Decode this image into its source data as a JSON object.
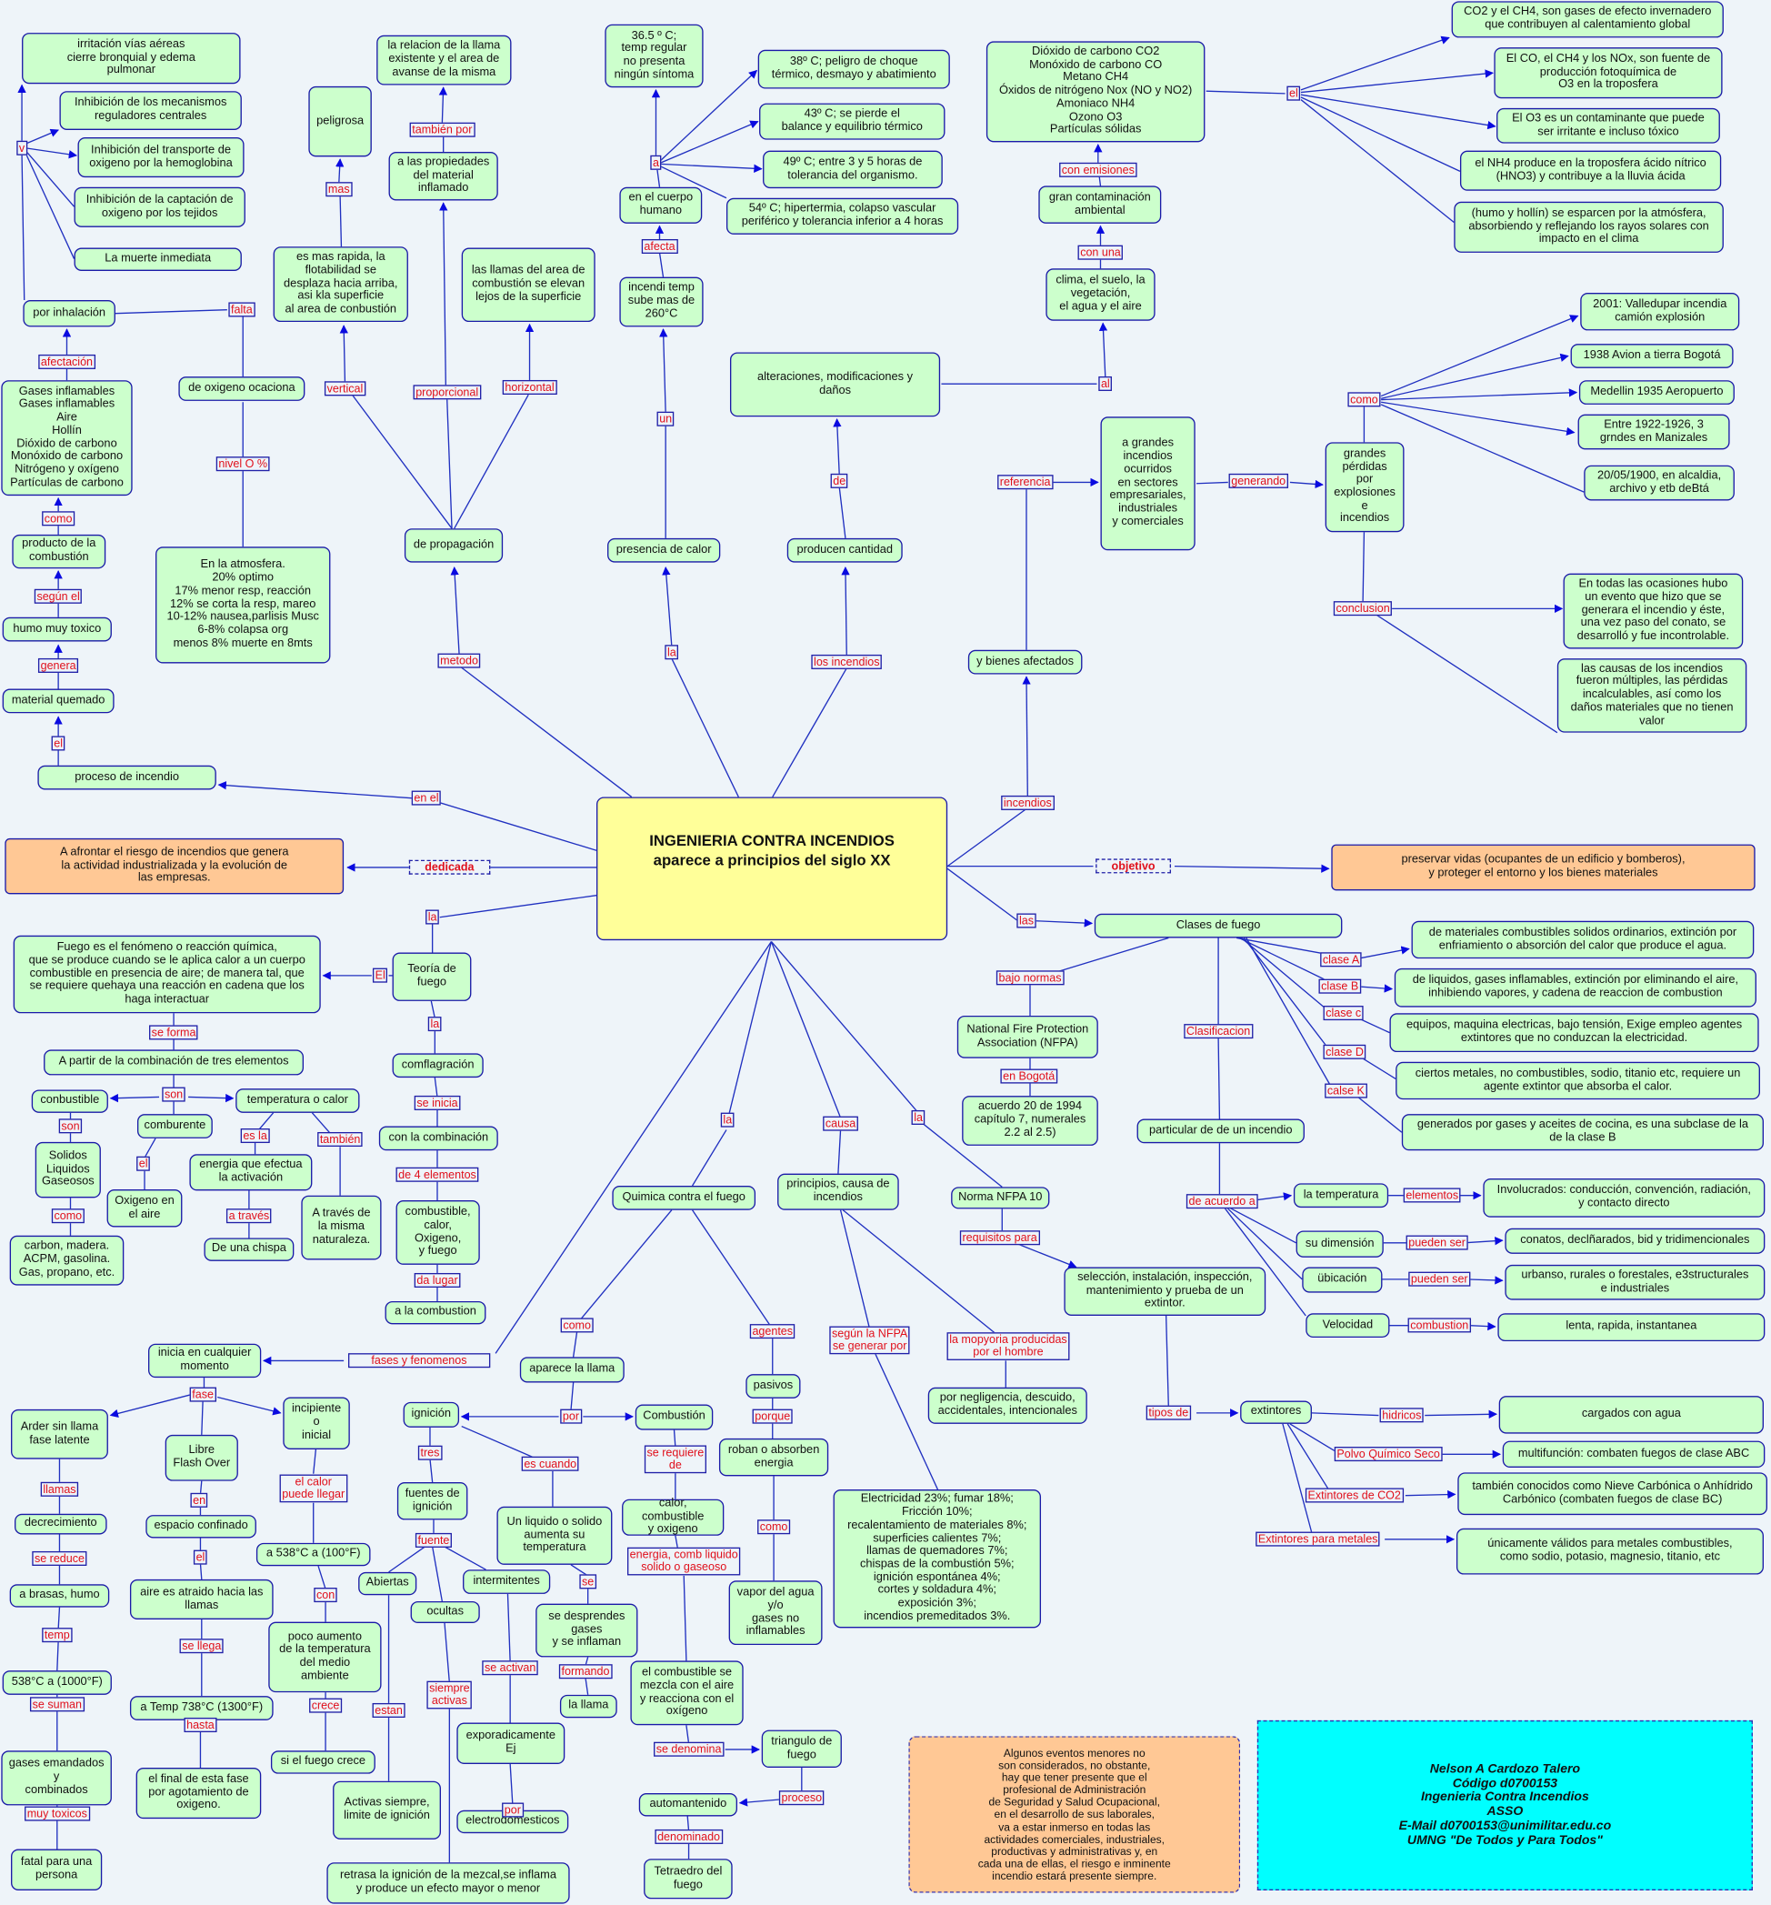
{
  "colors": {
    "node": "#ccffcc",
    "central": "#ffff99",
    "orange": "#ffc895",
    "cyan": "#00ffff",
    "link_text": "#e0101c",
    "line": "#2030c0"
  },
  "central": "INGENIERIA CONTRA INCENDIOS\naparece a principios del siglo XX",
  "nodes": {
    "n1": "irritación vías aéreas\ncierre bronquial y edema\npulmonar",
    "n2": "Inhibición de los mecanismos\nreguladores centrales",
    "n3": "Inhibición del transporte de\noxigeno por la hemoglobina",
    "n4": "Inhibición de la captación de\noxigeno por los tejidos",
    "n5": "La muerte inmediata",
    "n6": "por inhalación",
    "n7": "Gases inflamables\nGases inflamables\nAire\nHollín\nDióxido de carbono\nMonóxido de carbono\nNitrógeno y oxígeno\nPartículas de carbono",
    "n8": "producto de la\ncombustión",
    "n9": "humo muy toxico",
    "n10": "material quemado",
    "n11": "proceso de incendio",
    "n12": "de oxigeno ocaciona",
    "n13": "En la atmosfera.\n20% optimo\n17% menor resp, reacción\n12% se corta la resp, mareo\n10-12% nausea,parlisis Musc\n6-8% colapsa org\nmenos 8% muerte en 8mts",
    "n14": "peligrosa",
    "n15": "la relacion de la llama\nexistente y el area de\navanse de la misma",
    "n16": "a las propiedades\ndel material\ninflamado",
    "n17": "es mas rapida, la\nflotabilidad se\ndesplaza hacia arriba,\nasi kla superficie\nal area de conbustión",
    "n18": "las llamas del area de\ncombustión se elevan\nlejos de la superficie",
    "n19": "de propagación",
    "n20": "36.5 º C;\ntemp regular\nno presenta\nningún síntoma",
    "n21": "38º C; peligro de choque\ntérmico, desmayo y abatimiento",
    "n22": "43º C; se pierde el\nbalance y equilibrio térmico",
    "n23": "49º C; entre 3 y 5 horas de\ntolerancia del organismo.",
    "n24": "54º C; hipertermia, colapso vascular\nperiférico y tolerancia inferior a 4 horas",
    "n25": "en el cuerpo\nhumano",
    "n26": "incendi temp\nsube mas de\n260°C",
    "n27": "presencia de calor",
    "n28": "alteraciones, modificaciones y\ndaños",
    "n29": "producen cantidad",
    "n30": "clima, el suelo, la\nvegetación,\nel agua y el aire",
    "n31": "gran contaminación\nambiental",
    "n32": "Dióxido de carbono CO2\nMonóxido de carbono CO\nMetano CH4\nÓxidos de nitrógeno Nox (NO y NO2)\nAmoniaco NH4\nOzono O3\nPartículas sólidas",
    "n33": "CO2 y el CH4, son gases de efecto invernadero\nque contribuyen al calentamiento global",
    "n34": "El CO, el CH4 y los NOx, son fuente de\nproducción fotoquímica de\nO3 en la troposfera",
    "n35": "El O3 es un contaminante que puede\nser irritante e incluso tóxico",
    "n36": "el NH4 produce en la troposfera ácido nítrico\n(HNO3) y contribuye a la lluvia ácida",
    "n37": "(humo y hollín) se esparcen por la atmósfera,\nabsorbiendo y reflejando los rayos solares con\nimpacto en el clima",
    "n38": "a grandes\nincendios\nocurridos\nen sectores\nempresariales,\nindustriales\ny comerciales",
    "n39": "grandes\npérdidas\npor\nexplosiones\ne\nincendios",
    "n40": "2001: Valledupar incendia\ncamión explosión",
    "n41": "1938 Avion a tierra Bogotá",
    "n42": "Medellin 1935 Aeropuerto",
    "n43": "Entre 1922-1926, 3\ngrndes en Manizales",
    "n44": "20/05/1900, en alcaldia,\narchivo y etb deBtá",
    "n45": "En todas las ocasiones hubo\nun evento que hizo que se\ngenerara el incendio y éste,\nuna vez paso del conato, se\ndesarrolló y fue incontrolable.",
    "n46": "las causas de los incendios\nfueron múltiples, las pérdidas\nincalculables, así como los\ndaños materiales que no tienen\nvalor",
    "n47": "y bienes afectados",
    "n48": "A afrontar el riesgo de incendios que genera\nla actividad industrializada y la evolución de\nlas empresas.",
    "n49": "preservar vidas (ocupantes de un edificio y bomberos),\ny proteger el entorno y los bienes materiales",
    "n50": "Clases de fuego",
    "n51": "National Fire Protection\nAssociation (NFPA)",
    "n52": "acuerdo 20 de 1994\ncapítulo 7, numerales\n2.2 al 2.5)",
    "n53": "particular de de un incendio",
    "n54": "de materiales combustibles solidos ordinarios, extinción por\nenfriamiento o absorción del calor que produce el agua.",
    "n55": "de liquidos, gases inflamables, extinción por eliminando el aire,\ninhibiendo vapores, y cadena de reaccion de combustion",
    "n56": "equipos, maquina electricas, bajo tensión, Exige empleo agentes\nextintores que no conduzcan la electricidad.",
    "n57": "ciertos metales, no combustibles, sodio, titanio etc, requiere un\nagente extintor que absorba el calor.",
    "n58": "generados por gases y aceites de cocina, es una subclase de la\nde la clase B",
    "n59": "la temperatura",
    "n60": "Involucrados: conducción, convención, radiación,\ny contacto directo",
    "n61": "su dimensión",
    "n62": "conatos, declñarados, bid y tridimencionales",
    "n63": "übicación",
    "n64": "urbanso, rurales o forestales, e3structurales\ne industriales",
    "n65": "Velocidad",
    "n66": "lenta, rapida, instantanea",
    "n67": "Teoría de\nfuego",
    "n68": "Fuego es el fenómeno o reacción química,\nque se produce cuando se le aplica calor a un cuerpo\ncombustible en presencia de aire; de manera tal, que\nse requiere quehaya una reacción en cadena que  los\nhaga interactuar",
    "n69": "A partir de la combinación de tres elementos",
    "n70": "conbustible",
    "n71": "temperatura o calor",
    "n72": "comburente",
    "n73": "Solidos\nLiquidos\nGaseosos",
    "n74": "Oxigeno en\nel aire",
    "n75": "energia que efectua\nla activación",
    "n76": "carbon, madera.\nACPM, gasolina.\nGas, propano, etc.",
    "n77": "De una chispa",
    "n78": "A través de\nla misma\nnaturaleza.",
    "n79": "comflagración",
    "n80": "con la combinación",
    "n81": "combustible,\ncalor,\nOxigeno,\ny fuego",
    "n82": "a la combustion",
    "n83": "inicia en cualquier\nmomento",
    "n84": "Arder sin llama\nfase latente",
    "n85": "Libre\nFlash Over",
    "n86": "incipiente\no\ninicial",
    "n87": "decrecimiento",
    "n88": "espacio confinado",
    "n89": "a 538°C a (100°F)",
    "n90": "a brasas, humo",
    "n91": "aire es atraido hacia las\nllamas",
    "n92": "poco aumento\nde la temperatura\ndel medio\nambiente",
    "n93": "538°C a (1000°F)",
    "n94": "a Temp 738°C (1300°F)",
    "n95": "gases emandados\ny\ncombinados",
    "n96": "el final de esta fase\npor  agotamiento de\noxigeno.",
    "n97": "si el fuego crece",
    "n98": "fatal para una\npersona",
    "n99": "Quimica contra el fuego",
    "n100": "principios, causa de\nincendios",
    "n101": "Norma NFPA 10",
    "n102": "selección, instalación, inspección,\nmantenimiento y prueba de un\nextintor.",
    "n103": "aparece la llama",
    "n104": "ignición",
    "n105": "Combustión",
    "n106": "fuentes de\nignición",
    "n107": "Un liquido o solido\naumenta su\ntemperatura",
    "n108": "Abiertas",
    "n109": "ocultas",
    "n110": "intermitentes",
    "n111": "se desprendes\ngases\ny se inflaman",
    "n112": "la llama",
    "n113": "exporadicamente\nEj",
    "n114": "electrodomesticos",
    "n115": "Activas siempre,\nlimite de ignición",
    "n116": "retrasa la ignición de la mezcal,se inflama\ny produce un efecto mayor o menor",
    "n117": "calor, combustible\ny oxigeno",
    "n118": "el combustible se\nmezcla con el aire\ny reacciona con el\noxígeno",
    "n119": "triangulo de\nfuego",
    "n120": "automantenido",
    "n121": "Tetraedro del\nfuego",
    "n122": "pasivos",
    "n123": "roban o absorben\nenergia",
    "n124": "vapor del agua\ny/o\ngases no\ninflamables",
    "n125": "Electricidad 23%; fumar 18%;\nFricción 10%;\nrecalentamiento de materiales 8%;\nsuperficies calientes 7%;\nllamas de quemadores 7%;\nchispas de la combustión 5%;\nignición espontánea 4%;\ncortes y soldadura 4%;\nexposición 3%;\nincendios premeditados 3%.",
    "n126": "por negligencia, descuido,\naccidentales, intencionales",
    "n127": "extintores",
    "n128": "cargados con agua",
    "n129": "multifunción: combaten fuegos de clase ABC",
    "n130": "también conocidos como Nieve Carbónica o Anhídrido\nCarbónico (combaten fuegos de clase BC)",
    "n131": "únicamente válidos para metales combustibles,\ncomo sodio, potasio, magnesio, titanio, etc",
    "n132": "Algunos eventos menores no\nson considerados, no obstante,\nhay que tener presente que el\nprofesional de Administración\nde Seguridad y Salud Ocupacional,\nen el desarrollo de sus laborales,\nva a estar inmerso en todas las\nactividades comerciales, industriales,\nproductivas y administrativas y, en\ncada una de ellas, el riesgo e inminente\nincendio estará presente siempre.",
    "n133": "Nelson A Cardozo Talero\nCódigo d0700153\nIngenieria Contra Incendios\nASSO\nE-Mail d0700153@unimilitar.edu.co\nUMNG \"De Todos y Para Todos\""
  },
  "links": {
    "v": "v",
    "afect": "afectación",
    "como1": "como",
    "segun": "según el",
    "genera": "genera",
    "el1": "el",
    "falta": "falta",
    "nivel": "nivel O %",
    "mas": "mas",
    "tambien": "también por",
    "vertical": "vertical",
    "proporcional": "proporcional",
    "horizontal": "horizontal",
    "metodo": "metodo",
    "a": "a",
    "afecta": "afecta",
    "un": "un",
    "la1": "la",
    "de": "de",
    "losinc": "los incendios",
    "al": "al",
    "conuna": "con una",
    "conem": "con emisiones",
    "el2": "el",
    "referencia": "referencia",
    "generando": "generando",
    "como2": "como",
    "conclusion": "conclusion",
    "incendios": "incendios",
    "enel": "en el",
    "dedicada": "dedicada",
    "objetivo": "objetivo",
    "las": "las",
    "la2": "la",
    "El": "El",
    "la3": "la",
    "seforma": "se forma",
    "son1": "son",
    "son2": "son",
    "el3": "el",
    "esla": "es la",
    "tambien2": "también",
    "como3": "como",
    "atraves": "a través",
    "seinicia": "se inicia",
    "de4": "de 4 elementos",
    "dalugar": "da lugar",
    "bajonormas": "bajo normas",
    "enbogota": "en Bogotá",
    "clasif": "Clasificacion",
    "claseA": "clase A",
    "claseB": "clase B",
    "clasec": "clase c",
    "claseD": "clase D",
    "calseK": "calse K",
    "deacuerdo": "de acuerdo a",
    "elementos": "elementos",
    "pueden1": "pueden ser",
    "pueden2": "pueden ser",
    "combustion": "combustion",
    "la4": "la",
    "causa": "causa",
    "la5": "la",
    "requisitos": "requisitos para",
    "fases": "fases y fenomenos",
    "fase": "fase",
    "llamas": "llamas",
    "en": "en",
    "elcalor": "el calor\npuede llegar",
    "sereduce": "se reduce",
    "el4": "el",
    "con": "con",
    "temp": "temp",
    "sellega": "se llega",
    "sesuman": "se suman",
    "hasta": "hasta",
    "crece": "crece",
    "muytox": "muy toxicos",
    "como4": "como",
    "agentes": "agentes",
    "por1": "por",
    "tres": "tres",
    "escuando": "es cuando",
    "fuente": "fuente",
    "se": "se",
    "formando": "formando",
    "seactivan": "se activan",
    "siempre": "siempre\nactivas",
    "estan": "estan",
    "por2": "por",
    "serequiere": "se requiere\nde",
    "energia": "energia, comb liquido\nsolido o gaseoso",
    "sedenomina": "se denomina",
    "proceso": "proceso",
    "denominado": "denominado",
    "porque": "porque",
    "como5": "como",
    "segunnfpa": "según la NFPA\nse generar por",
    "mopyoria": "la mopyoria producidas\npor el hombre",
    "tiposde": "tipos de",
    "hidricos": "hidricos",
    "polvo": "Polvo Químico Seco",
    "co2": "Extintores de CO2",
    "metales": "Extintores para metales"
  }
}
